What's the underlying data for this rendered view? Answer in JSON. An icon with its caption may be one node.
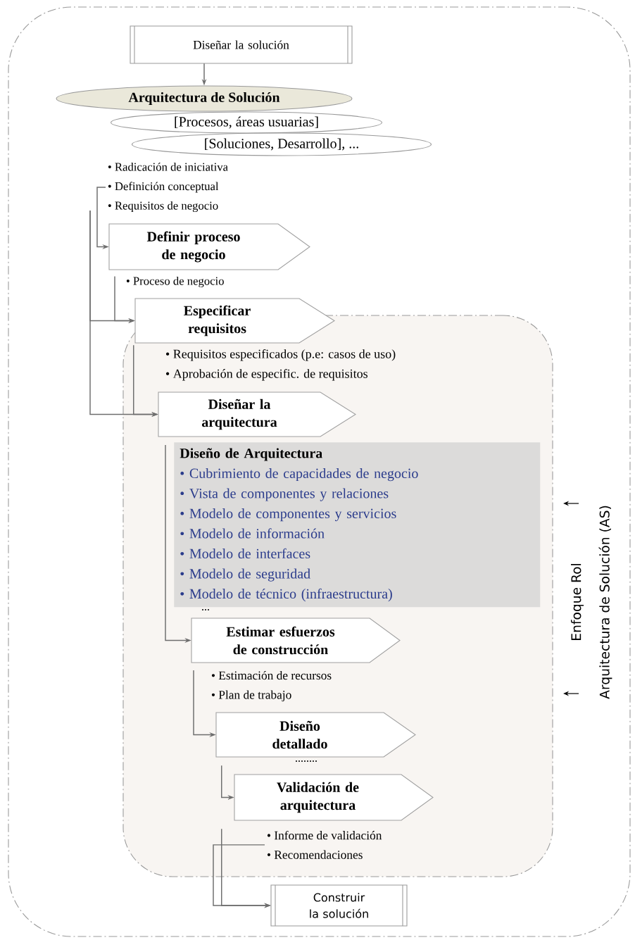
{
  "diagram": {
    "nodes": [
      {
        "text": [],
        "shape": "box"
      },
      {
        "text": [
          "Diseñar la solución"
        ],
        "in": 0
      },
      {
        "text": [
          "Arquitectura de Solución"
        ],
        "in": 0
      },
      {
        "text": [
          "[Procesos, áreas usuarias]"
        ],
        "in": 0
      },
      {
        "text": [
          "[Soluciones, Desarrollo], ..."
        ],
        "in": 0
      },
      {
        "text": [
          "• Radicación de iniciativa",
          "• Definición conceptual",
          "• Requisitos de negocio"
        ],
        "in": 0
      },
      {
        "text": [
          "Definir proceso de negocio"
        ],
        "in": 0
      },
      {
        "text": [
          "• Proceso de negocio"
        ],
        "in": 0
      },
      {
        "text": [],
        "shape": "box",
        "in": 0
      },
      {
        "text": [
          "Especificar requisitos"
        ],
        "in": 0
      },
      {
        "text": [
          "• Requisitos especificados (p.e: casos de uso)",
          "• Aprobación de especific. de requisitos"
        ],
        "in": 8
      },
      {
        "text": [
          "Diseñar la arquitectura"
        ],
        "in": 8
      },
      {
        "text": [
          "Diseño de Arquitectura",
          "• Cubrimiento de capacidades de negocio",
          "• Vista de componentes y relaciones",
          "• Modelo de componentes y servicios",
          "• Modelo de información",
          "• Modelo de interfaces",
          "• Modelo de seguridad",
          "• Modelo de técnico (infraestructura)"
        ],
        "in": 8
      },
      {
        "text": [
          "Estimar esfuerzos de construcción"
        ],
        "in": 8
      },
      {
        "text": [
          "• Estimación de recursos",
          "• Plan de trabajo"
        ],
        "in": 8
      },
      {
        "text": [
          "Diseño detallado"
        ],
        "in": 8
      },
      {
        "text": [
          "Validación de arquitectura"
        ],
        "in": 8
      },
      {
        "text": [
          "• Informe de validación",
          "• Recomendaciones"
        ],
        "in": 8
      },
      {
        "text": [
          "Construir la solución"
        ],
        "in": 0
      }
    ],
    "edges": [
      {
        "from": 1,
        "to": 2,
        "arrow": "to"
      },
      {
        "from": 5,
        "to": 6,
        "arrow": "to"
      },
      {
        "from": 5,
        "to": 9,
        "arrow": "to"
      },
      {
        "from": 5,
        "to": 11,
        "arrow": "to"
      },
      {
        "from": 7,
        "to": 9,
        "arrow": "to"
      },
      {
        "from": 9,
        "to": 11,
        "arrow": "to"
      },
      {
        "from": 12,
        "to": 13,
        "arrow": "to"
      },
      {
        "from": 14,
        "to": 15,
        "arrow": "to"
      },
      {
        "from": 15,
        "to": 16,
        "arrow": "to"
      },
      {
        "from": 16,
        "to": 18,
        "arrow": "to"
      },
      {
        "from": 17,
        "to": 18,
        "arrow": "to"
      }
    ],
    "labels": [
      "...",
      "Enfoque Rol",
      "Arquitectura de Solución (AS)",
      "........"
    ]
  }
}
